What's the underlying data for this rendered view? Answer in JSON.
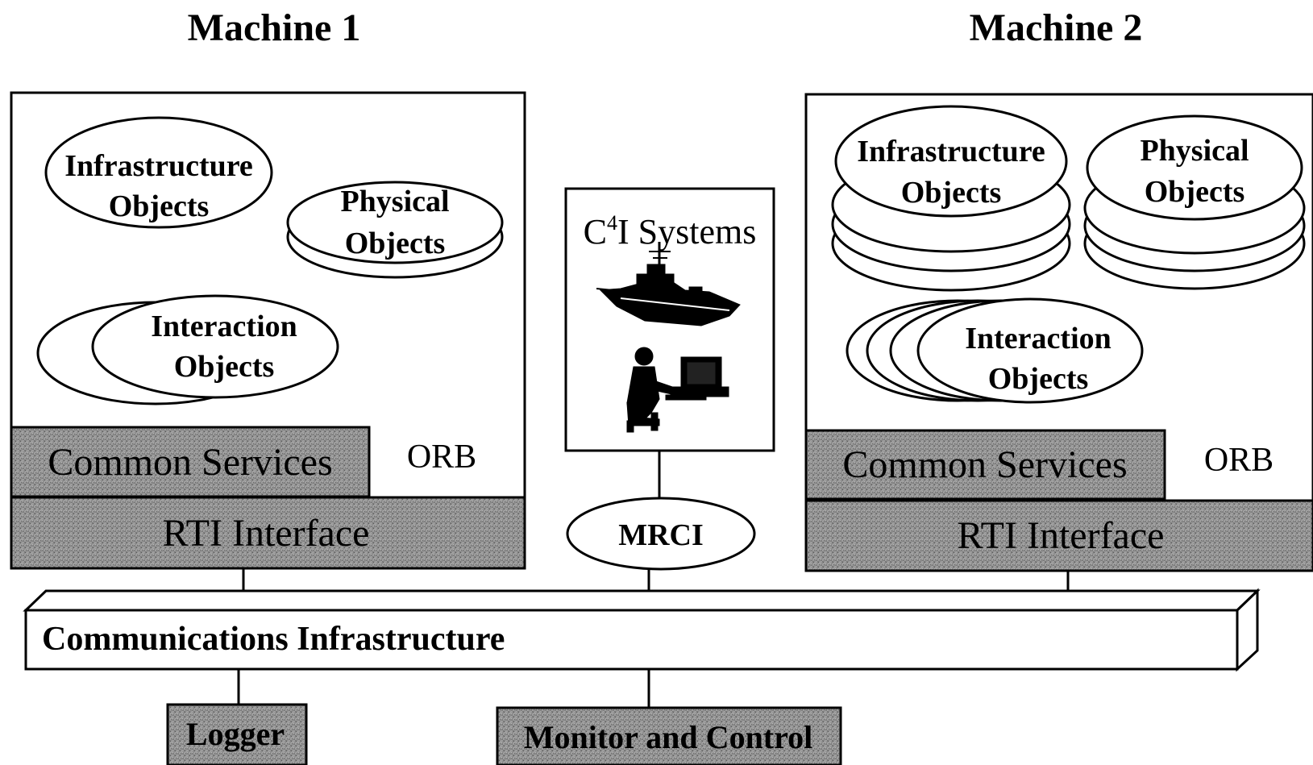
{
  "machine1": {
    "title": "Machine 1",
    "infrastructure": [
      "Infrastructure",
      "Objects"
    ],
    "physical": [
      "Physical",
      "Objects"
    ],
    "interaction": [
      "Interaction",
      "Objects"
    ],
    "common_services": "Common Services",
    "orb": "ORB",
    "rti": "RTI Interface"
  },
  "machine2": {
    "title": "Machine 2",
    "infrastructure": [
      "Infrastructure",
      "Objects"
    ],
    "physical": [
      "Physical",
      "Objects"
    ],
    "interaction": [
      "Interaction",
      "Objects"
    ],
    "common_services": "Common Services",
    "orb": "ORB",
    "rti": "RTI Interface"
  },
  "c4i": {
    "prefix": "C",
    "superscript": "4",
    "suffix": "I Systems",
    "icons": [
      "ship-icon",
      "operator-computer-icon"
    ]
  },
  "mrci": "MRCI",
  "comms": "Communications Infrastructure",
  "logger": "Logger",
  "monitor": "Monitor and Control",
  "colors": {
    "line": "#000000",
    "shaded": "#8a8a8a",
    "background": "#ffffff"
  }
}
